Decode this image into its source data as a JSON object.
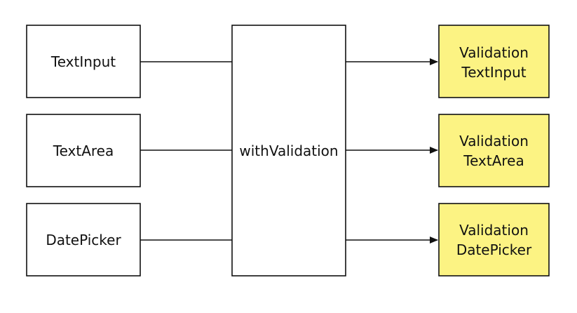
{
  "diagram": {
    "inputs": [
      {
        "label": "TextInput"
      },
      {
        "label": "TextArea"
      },
      {
        "label": "DatePicker"
      }
    ],
    "hoc": {
      "label": "withValidation"
    },
    "outputs": [
      {
        "line1": "Validation",
        "line2": "TextInput"
      },
      {
        "line1": "Validation",
        "line2": "TextArea"
      },
      {
        "line1": "Validation",
        "line2": "DatePicker"
      }
    ],
    "colors": {
      "stroke": "#111111",
      "output_fill": "#FCF383",
      "input_fill": "#FFFFFF"
    }
  }
}
